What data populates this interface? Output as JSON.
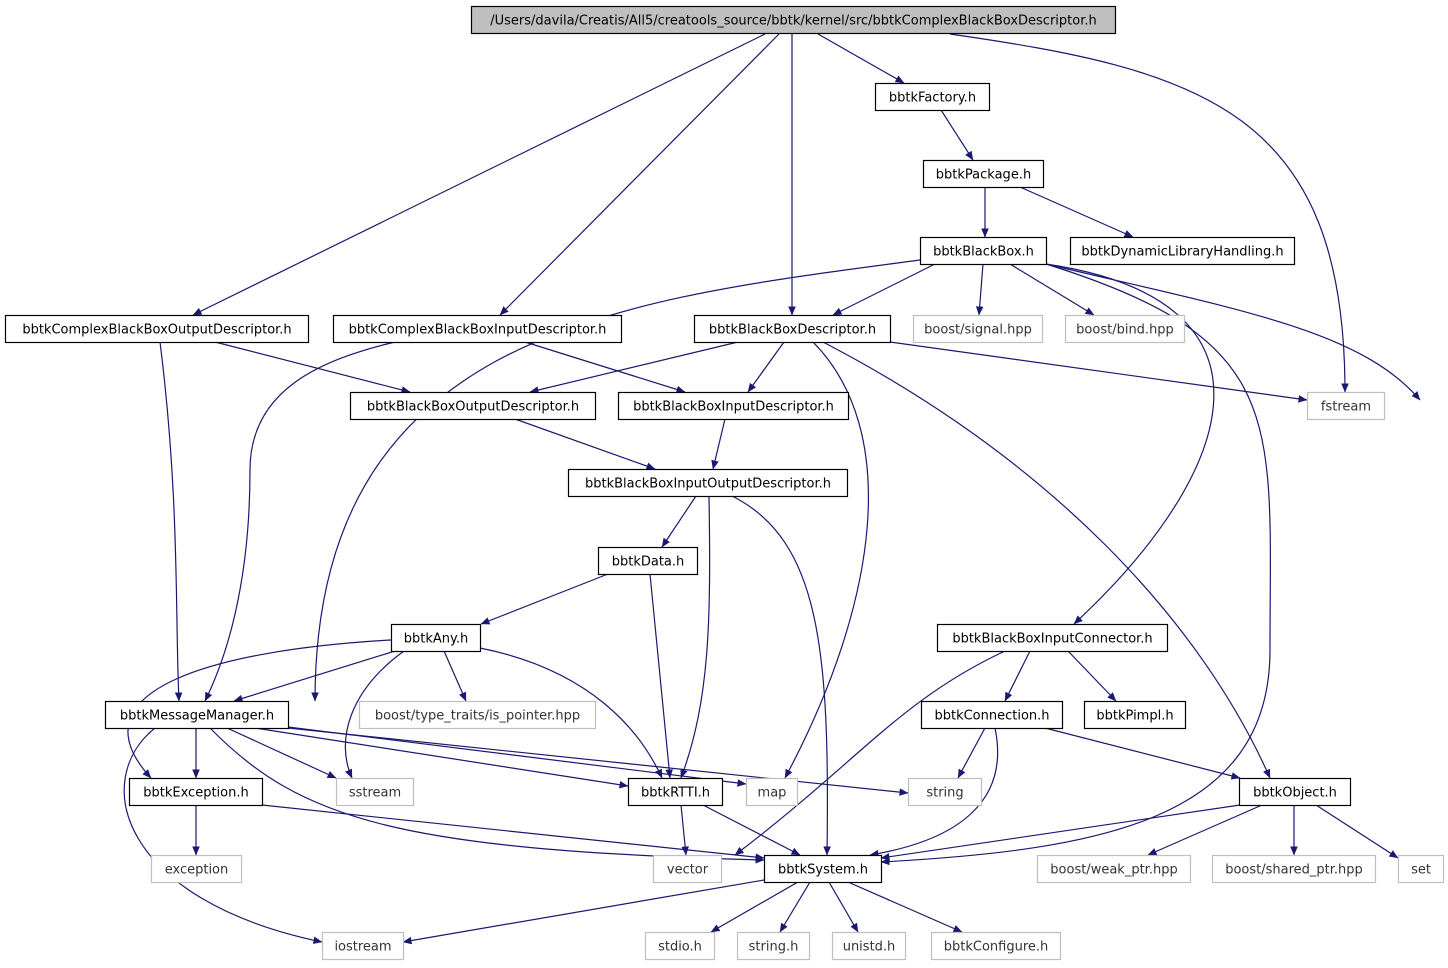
{
  "colors": {
    "edge": "#191970",
    "root_fill": "#bfbfbf",
    "root_border": "#000000",
    "local_border": "#000000",
    "system_border": "#bfbfbf",
    "system_text": "#333333",
    "text": "#000000"
  },
  "root_label": "/Users/davila/Creatis/All5/creatools_source/bbtk/kernel/src/bbtkComplexBlackBoxDescriptor.h",
  "nodes": {
    "root": "/Users/davila/Creatis/All5/creatools_source/bbtk/kernel/src/bbtkComplexBlackBoxDescriptor.h",
    "factory": "bbtkFactory.h",
    "package": "bbtkPackage.h",
    "blackbox": "bbtkBlackBox.h",
    "dynlib": "bbtkDynamicLibraryHandling.h",
    "cbbout": "bbtkComplexBlackBoxOutputDescriptor.h",
    "cbbin": "bbtkComplexBlackBoxInputDescriptor.h",
    "bbdesc": "bbtkBlackBoxDescriptor.h",
    "signal": "boost/signal.hpp",
    "bind": "boost/bind.hpp",
    "bbout": "bbtkBlackBoxOutputDescriptor.h",
    "bbin": "bbtkBlackBoxInputDescriptor.h",
    "fstream": "fstream",
    "bbio": "bbtkBlackBoxInputOutputDescriptor.h",
    "data": "bbtkData.h",
    "any": "bbtkAny.h",
    "inconn": "bbtkBlackBoxInputConnector.h",
    "msgmgr": "bbtkMessageManager.h",
    "ispointer": "boost/type_traits/is_pointer.hpp",
    "connection": "bbtkConnection.h",
    "pimpl": "bbtkPimpl.h",
    "exception_h": "bbtkException.h",
    "sstream": "sstream",
    "rtti": "bbtkRTTI.h",
    "map": "map",
    "string": "string",
    "object": "bbtkObject.h",
    "exception": "exception",
    "vector": "vector",
    "system": "bbtkSystem.h",
    "weakptr": "boost/weak_ptr.hpp",
    "sharedptr": "boost/shared_ptr.hpp",
    "set": "set",
    "iostream": "iostream",
    "stdio": "stdio.h",
    "stringh": "string.h",
    "unistd": "unistd.h",
    "configure": "bbtkConfigure.h"
  },
  "node_kinds": {
    "root": "root",
    "factory": "local",
    "package": "local",
    "blackbox": "local",
    "dynlib": "local",
    "cbbout": "local",
    "cbbin": "local",
    "bbdesc": "local",
    "signal": "system",
    "bind": "system",
    "bbout": "local",
    "bbin": "local",
    "fstream": "system",
    "bbio": "local",
    "data": "local",
    "any": "local",
    "inconn": "local",
    "msgmgr": "local",
    "ispointer": "system",
    "connection": "local",
    "pimpl": "local",
    "exception_h": "local",
    "sstream": "system",
    "rtti": "local",
    "map": "system",
    "string": "system",
    "object": "local",
    "exception": "system",
    "vector": "system",
    "system": "local",
    "weakptr": "system",
    "sharedptr": "system",
    "set": "system",
    "iostream": "system",
    "stdio": "system",
    "stringh": "system",
    "unistd": "system",
    "configure": "system"
  },
  "edges": [
    [
      "root",
      "cbbout"
    ],
    [
      "root",
      "cbbin"
    ],
    [
      "root",
      "bbdesc"
    ],
    [
      "root",
      "factory"
    ],
    [
      "root",
      "fstream"
    ],
    [
      "factory",
      "package"
    ],
    [
      "package",
      "blackbox"
    ],
    [
      "package",
      "dynlib"
    ],
    [
      "blackbox",
      "msgmgr"
    ],
    [
      "blackbox",
      "bbdesc"
    ],
    [
      "blackbox",
      "signal"
    ],
    [
      "blackbox",
      "bind"
    ],
    [
      "blackbox",
      "inconn"
    ],
    [
      "blackbox",
      "system"
    ],
    [
      "blackbox",
      "set"
    ],
    [
      "cbbout",
      "msgmgr"
    ],
    [
      "cbbout",
      "bbout"
    ],
    [
      "cbbin",
      "msgmgr"
    ],
    [
      "cbbin",
      "bbin"
    ],
    [
      "bbdesc",
      "bbout"
    ],
    [
      "bbdesc",
      "bbin"
    ],
    [
      "bbdesc",
      "map"
    ],
    [
      "bbdesc",
      "fstream"
    ],
    [
      "bbdesc",
      "object"
    ],
    [
      "bbout",
      "bbio"
    ],
    [
      "bbin",
      "bbio"
    ],
    [
      "bbio",
      "data"
    ],
    [
      "bbio",
      "rtti"
    ],
    [
      "bbio",
      "system"
    ],
    [
      "data",
      "any"
    ],
    [
      "data",
      "rtti"
    ],
    [
      "any",
      "exception_h"
    ],
    [
      "any",
      "msgmgr"
    ],
    [
      "any",
      "sstream"
    ],
    [
      "any",
      "ispointer"
    ],
    [
      "any",
      "rtti"
    ],
    [
      "inconn",
      "vector"
    ],
    [
      "inconn",
      "connection"
    ],
    [
      "inconn",
      "pimpl"
    ],
    [
      "msgmgr",
      "exception_h"
    ],
    [
      "msgmgr",
      "sstream"
    ],
    [
      "msgmgr",
      "rtti"
    ],
    [
      "msgmgr",
      "map"
    ],
    [
      "msgmgr",
      "string"
    ],
    [
      "msgmgr",
      "system"
    ],
    [
      "msgmgr",
      "iostream"
    ],
    [
      "connection",
      "string"
    ],
    [
      "connection",
      "system"
    ],
    [
      "connection",
      "object"
    ],
    [
      "exception_h",
      "exception"
    ],
    [
      "exception_h",
      "system"
    ],
    [
      "rtti",
      "vector"
    ],
    [
      "rtti",
      "system"
    ],
    [
      "object",
      "system"
    ],
    [
      "object",
      "weakptr"
    ],
    [
      "object",
      "sharedptr"
    ],
    [
      "object",
      "set"
    ],
    [
      "system",
      "iostream"
    ],
    [
      "system",
      "stdio"
    ],
    [
      "system",
      "stringh"
    ],
    [
      "system",
      "unistd"
    ],
    [
      "system",
      "configure"
    ]
  ]
}
